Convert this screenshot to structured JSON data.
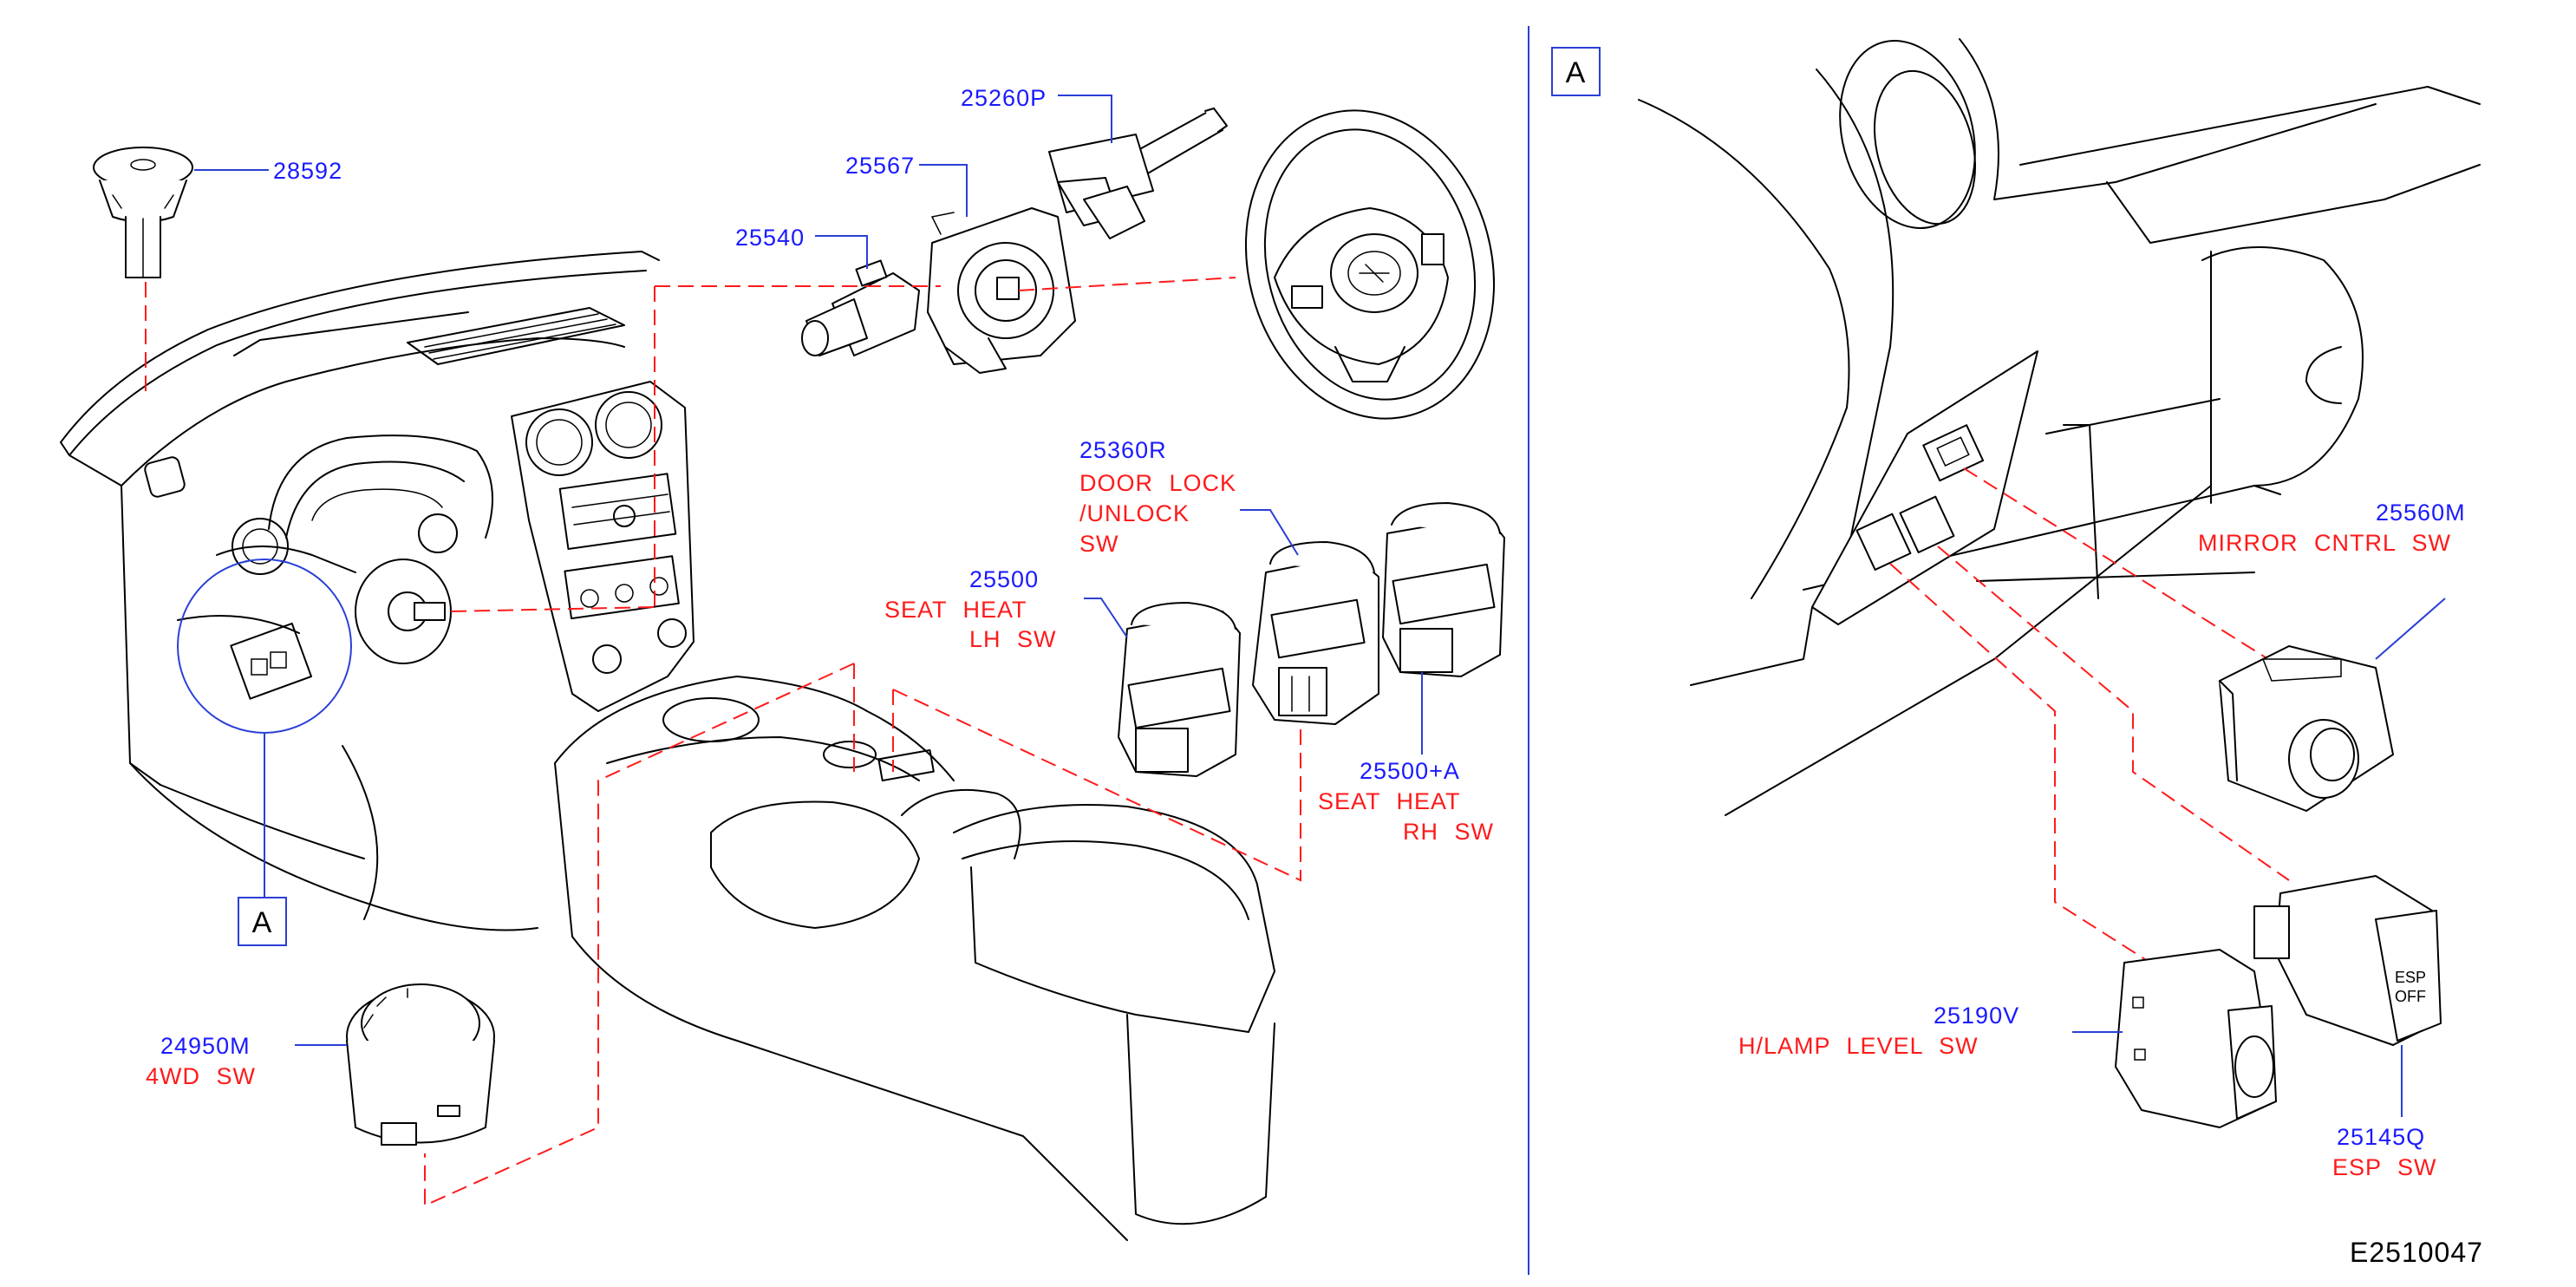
{
  "doc_code": "E2510047",
  "section_callout": "A",
  "parts": {
    "p28592": {
      "number": "28592"
    },
    "p25260p": {
      "number": "25260P"
    },
    "p25567": {
      "number": "25567"
    },
    "p25540": {
      "number": "25540"
    },
    "p25360r": {
      "number": "25360R",
      "desc": [
        "DOOR   LOCK",
        "/UNLOCK",
        "SW"
      ]
    },
    "p25500": {
      "number": "25500",
      "desc": [
        "SEAT   HEAT",
        "LH   SW"
      ]
    },
    "p25500a": {
      "number": "25500+A",
      "desc": [
        "SEAT   HEAT",
        "RH   SW"
      ]
    },
    "p24950m": {
      "number": "24950M",
      "desc": [
        "4WD   SW"
      ]
    },
    "p25560m": {
      "number": "25560M",
      "desc": [
        "MIRROR   CNTRL   SW"
      ]
    },
    "p25190v": {
      "number": "25190V",
      "desc": [
        "H/LAMP   LEVEL   SW"
      ]
    },
    "p25145q": {
      "number": "25145Q",
      "desc": [
        "ESP   SW"
      ]
    }
  },
  "esp_button_text": [
    "ESP",
    "OFF"
  ],
  "colors": {
    "part_number": "#1a1aff",
    "description": "#ff1a1a",
    "leader": "#2a3fd6",
    "line": "#000000"
  }
}
